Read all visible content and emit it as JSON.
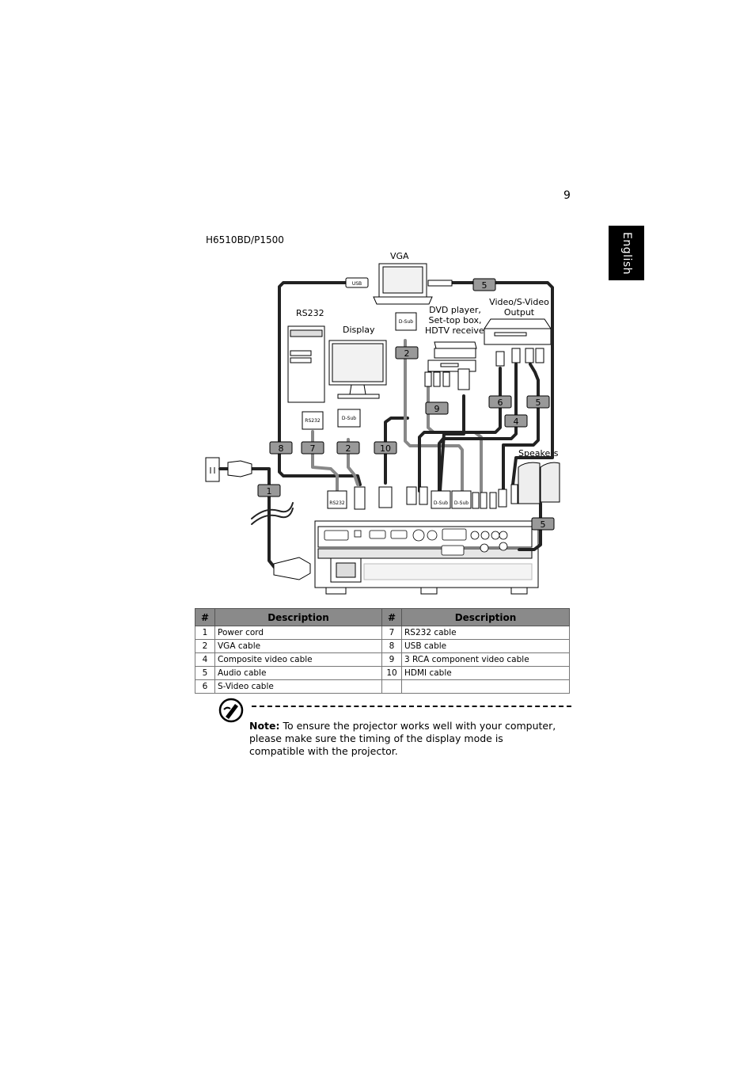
{
  "page": {
    "number": "9",
    "language_tab": "English",
    "model": "H6510BD/P1500"
  },
  "diagram_labels": {
    "vga": "VGA",
    "rs232": "RS232",
    "display": "Display",
    "dvd": "DVD player,",
    "settop": "Set-top box,",
    "hdtv": "HDTV receiver",
    "video_line1": "Video/S-Video",
    "video_line2": "Output",
    "speakers": "Speakers",
    "usb": "USB",
    "dsub": "D-Sub",
    "rs232_conn": "RS232"
  },
  "callouts": [
    "1",
    "2",
    "2",
    "4",
    "5",
    "5",
    "6",
    "7",
    "8",
    "9",
    "10"
  ],
  "table": {
    "headers": [
      "#",
      "Description",
      "#",
      "Description"
    ],
    "rows": [
      [
        "1",
        "Power cord",
        "7",
        "RS232 cable"
      ],
      [
        "2",
        "VGA cable",
        "8",
        "USB cable"
      ],
      [
        "4",
        "Composite video cable",
        "9",
        "3 RCA component video cable"
      ],
      [
        "5",
        "Audio cable",
        "10",
        "HDMI cable"
      ],
      [
        "6",
        "S-Video cable",
        "",
        ""
      ]
    ]
  },
  "note": {
    "label": "Note:",
    "text": " To ensure the projector works well with your computer, please make sure the timing of the display mode is compatible with the projector."
  },
  "icons": [
    "note-icon"
  ]
}
